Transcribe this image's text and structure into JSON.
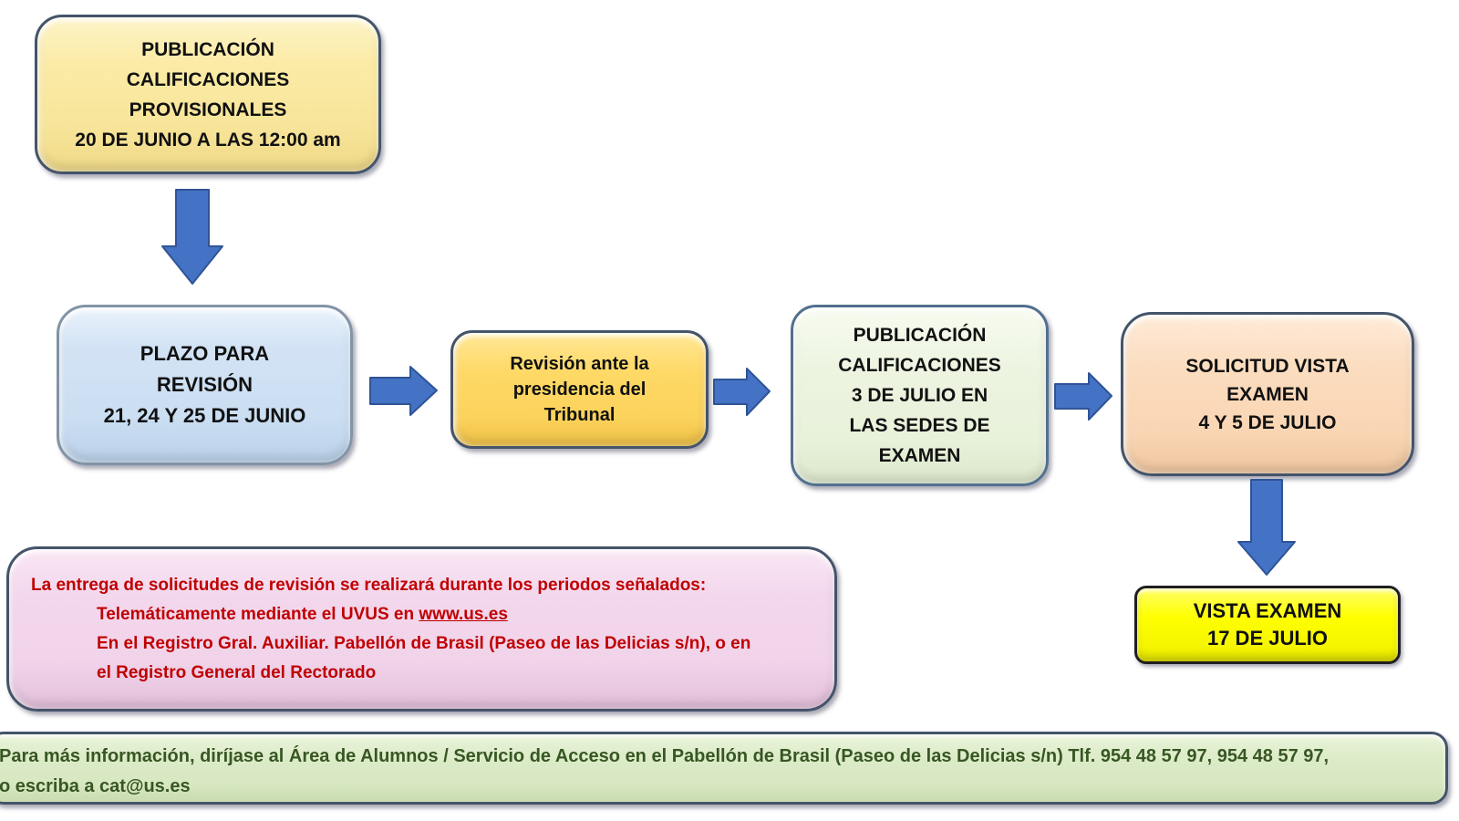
{
  "diagram": {
    "boxes": {
      "provisionales": {
        "text": "PUBLICACIÓN\nCALIFICACIONES\nPROVISIONALES\n20 DE JUNIO A LAS 12:00 am"
      },
      "plazo": {
        "text": "PLAZO PARA\nREVISIÓN\n21, 24 Y 25 DE JUNIO"
      },
      "revision": {
        "text": "Revisión ante la\npresidencia del\nTribunal"
      },
      "publicacion_julio": {
        "text": "PUBLICACIÓN\nCALIFICACIONES\n3 DE JULIO EN\nLAS SEDES DE\nEXAMEN"
      },
      "solicitud": {
        "text": "SOLICITUD VISTA\nEXAMEN\n4 Y 5 DE JULIO"
      },
      "vista": {
        "text": "VISTA EXAMEN\n17 DE JULIO"
      }
    },
    "note": {
      "line1": "La entrega de solicitudes de revisión se realizará durante los periodos señalados:",
      "line2_prefix": "Telemáticamente mediante el UVUS en ",
      "line2_link": "www.us.es",
      "line3": "En el Registro Gral. Auxiliar. Pabellón de Brasil (Paseo de las Delicias s/n), o en",
      "line4": "el Registro General del Rectorado"
    },
    "footer": {
      "text": "Para más información, diríjase al Área de Alumnos / Servicio de Acceso en el Pabellón de Brasil (Paseo de las Delicias s/n) Tlf. 954 48 57 97, 954 48 57 97,\no escriba a cat@us.es"
    },
    "colors": {
      "arrow_fill": "#4472C4",
      "arrow_stroke": "#2F5496",
      "note_text": "#C00000",
      "footer_text": "#375623",
      "box_border_dark": "#44546A"
    }
  }
}
